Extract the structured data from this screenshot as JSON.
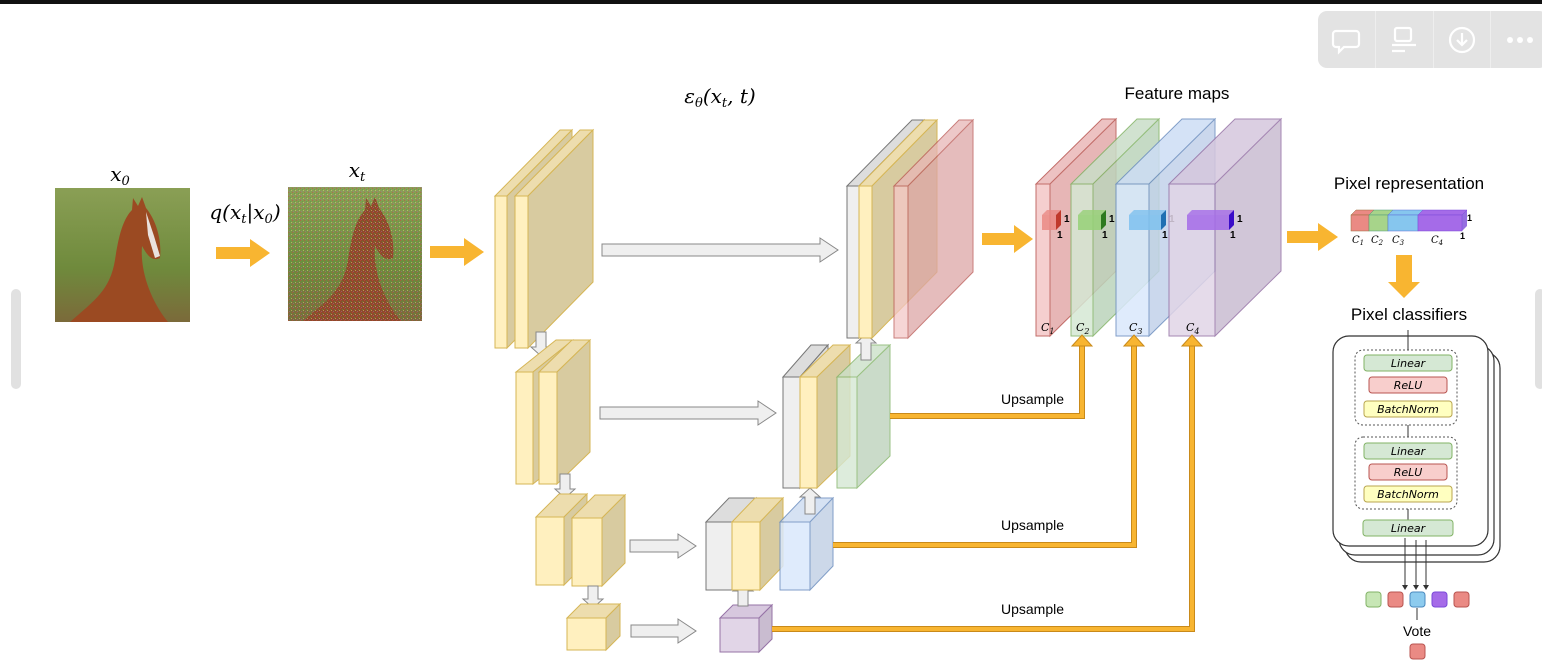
{
  "toolbar": {
    "buttons": [
      {
        "name": "comment",
        "icon": "speech-bubble-icon"
      },
      {
        "name": "summary",
        "icon": "document-lines-icon"
      },
      {
        "name": "download",
        "icon": "download-circle-icon"
      },
      {
        "name": "more",
        "icon": "ellipsis-icon"
      }
    ]
  },
  "diagram": {
    "input_label": "x",
    "input_sub": "0",
    "noised_label": "x",
    "noised_sub": "t",
    "forward_process": "q(x",
    "forward_process_sub": "t",
    "forward_process_bar": "|x",
    "forward_process_sub2": "0",
    "forward_process_end": ")",
    "denoiser_label": "ε",
    "denoiser_sub": "θ",
    "denoiser_args": "(x",
    "denoiser_args_sub": "t",
    "denoiser_args_end": ", t)",
    "feature_maps_title": "Feature maps",
    "channel_labels": [
      "C1",
      "C2",
      "C3",
      "C4"
    ],
    "channel_label_letter": "C",
    "channel_subs": [
      "1",
      "2",
      "3",
      "4"
    ],
    "unit_dim": "1",
    "upsample_label": "Upsample",
    "pixel_representation_title": "Pixel representation",
    "pixel_classifiers_title": "Pixel classifiers",
    "mlp_block_1": [
      "Linear",
      "ReLU",
      "BatchNorm"
    ],
    "mlp_block_2": [
      "Linear",
      "ReLU",
      "BatchNorm"
    ],
    "mlp_final": "Linear",
    "vote_label": "Vote",
    "predictions": [
      "green",
      "red",
      "blue",
      "purple",
      "red"
    ],
    "vote_result": "red"
  },
  "colors": {
    "accent_arrow": "#F8B531",
    "unet_block": "#FFF0BF",
    "red_map": "#F4C7C7",
    "green_map": "#D5E8D4",
    "blue_map": "#DAE8FC",
    "purple_map": "#E1D5E7",
    "gray_concat": "#EEEEEE"
  }
}
